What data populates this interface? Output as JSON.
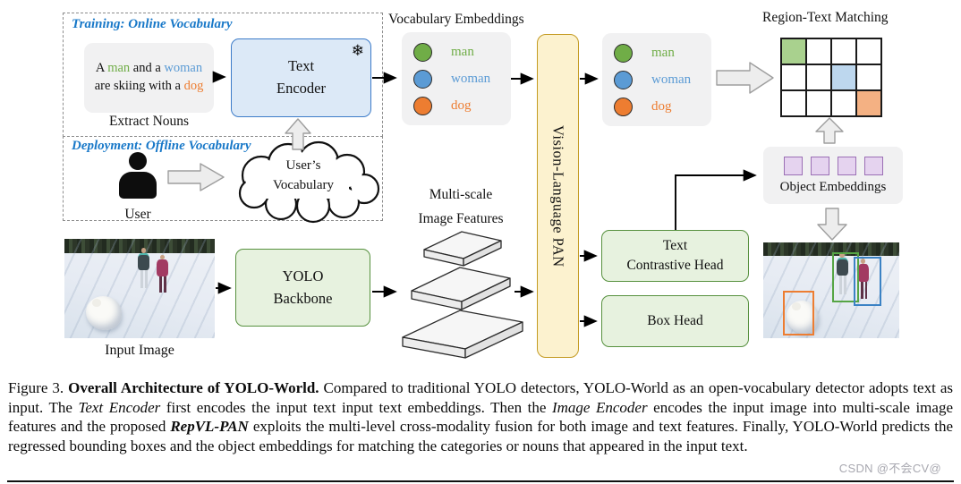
{
  "diagram": {
    "training": {
      "label": "Training: Online Vocabulary",
      "sentence": {
        "p1": "A ",
        "noun1": "man",
        "p2": " and a ",
        "noun2": "woman",
        "p3": " are skiing with a ",
        "noun3": "dog"
      },
      "extract_nouns": "Extract Nouns"
    },
    "deployment": {
      "label": "Deployment: Offline Vocabulary",
      "user_label": "User",
      "cloud_line1": "User’s",
      "cloud_line2": "Vocabulary"
    },
    "text_encoder": {
      "line1": "Text",
      "line2": "Encoder",
      "frozen_icon": "❄"
    },
    "vocabulary_embeddings": {
      "title": "Vocabulary Embeddings",
      "items": [
        {
          "label": "man",
          "color": "#70AD47"
        },
        {
          "label": "woman",
          "color": "#5B9BD5"
        },
        {
          "label": "dog",
          "color": "#ED7D31"
        }
      ]
    },
    "pan": {
      "label": "Vision-Language PAN"
    },
    "region_text_matching": {
      "title": "Region-Text Matching",
      "rows": 3,
      "cols": 4,
      "matrix": [
        [
          "#A9D18E",
          "",
          "",
          ""
        ],
        [
          "",
          "",
          "#BDD7EE",
          ""
        ],
        [
          "",
          "",
          "",
          "#F4B183"
        ]
      ]
    },
    "object_embeddings": {
      "label": "Object Embeddings",
      "count": 4,
      "square_fill": "#E5D3EF",
      "square_border": "#9B6FB5"
    },
    "heads": {
      "text_contrastive": {
        "line1": "Text",
        "line2": "Contrastive Head"
      },
      "box_head": {
        "label": "Box Head"
      }
    },
    "multi_scale": {
      "line1": "Multi-scale",
      "line2": "Image Features"
    },
    "yolo_backbone": {
      "line1": "YOLO",
      "line2": "Backbone"
    },
    "input_image_label": "Input Image",
    "bbox_colors": {
      "person1": "#56A545",
      "person2": "#3B82C4",
      "dog": "#ED7D31"
    }
  },
  "caption": {
    "seg1": "Figure 3. ",
    "seg2": "Overall Architecture of YOLO-World.",
    "seg3": " Compared to traditional YOLO detectors, YOLO-World as an open-vocabulary detector adopts text as input. The ",
    "seg4": "Text Encoder",
    "seg5": " first encodes the input text input text embeddings. Then the ",
    "seg6": "Image Encoder",
    "seg7": " encodes the input image into multi-scale image features and the proposed ",
    "seg8": "RepVL-PAN",
    "seg9": " exploits the multi-level cross-modality fusion for both image and text features. Finally, YOLO-World predicts the regressed bounding boxes and the object embeddings for matching the categories or nouns that appeared in the input text."
  },
  "watermark": "CSDN @不会CV@",
  "colors": {
    "header_blue": "#1878C8",
    "encoder_fill": "#DCE9F7",
    "encoder_border": "#3D7CC9",
    "green_fill": "#E7F2DF",
    "green_border": "#57913F",
    "pan_fill": "#FCF2CF",
    "pan_border": "#C49B22",
    "gray_box": "#F1F1F2"
  }
}
